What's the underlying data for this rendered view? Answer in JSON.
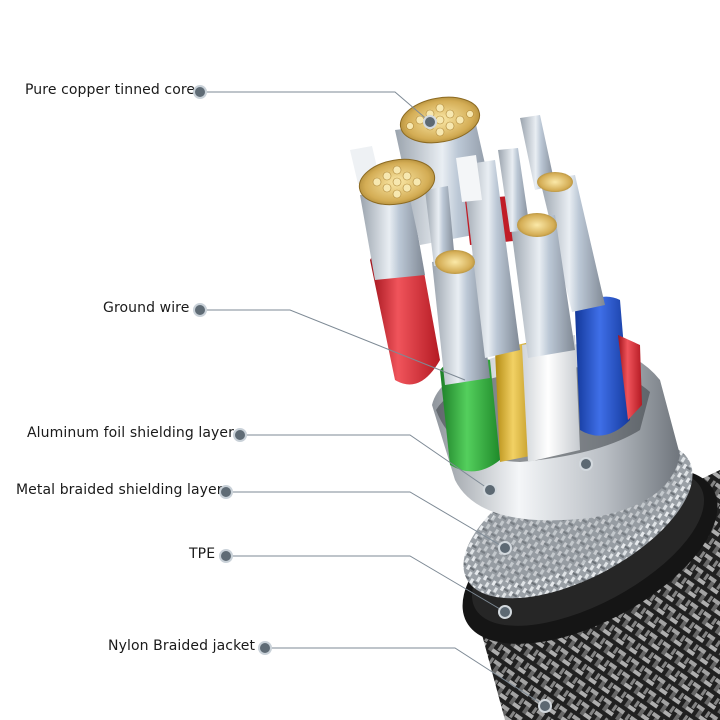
{
  "diagram": {
    "subject": "cable-cross-section",
    "labels": [
      {
        "id": "core",
        "text": "Pure copper tinned core"
      },
      {
        "id": "ground",
        "text": "Ground wire"
      },
      {
        "id": "foil",
        "text": "Aluminum foil shielding layer"
      },
      {
        "id": "braid",
        "text": "Metal braided shielding layer"
      },
      {
        "id": "tpe",
        "text": "TPE"
      },
      {
        "id": "jacket",
        "text": "Nylon Braided jacket"
      }
    ],
    "wire_colors": {
      "red": "#d8232e",
      "blue": "#1d4fc9",
      "green": "#2fae3a",
      "yellow": "#e4b92a",
      "white": "#f2f2f2",
      "copper": "#c7a24a",
      "silver": "#c3c7cc",
      "jacket": "#1c1c1c"
    }
  }
}
